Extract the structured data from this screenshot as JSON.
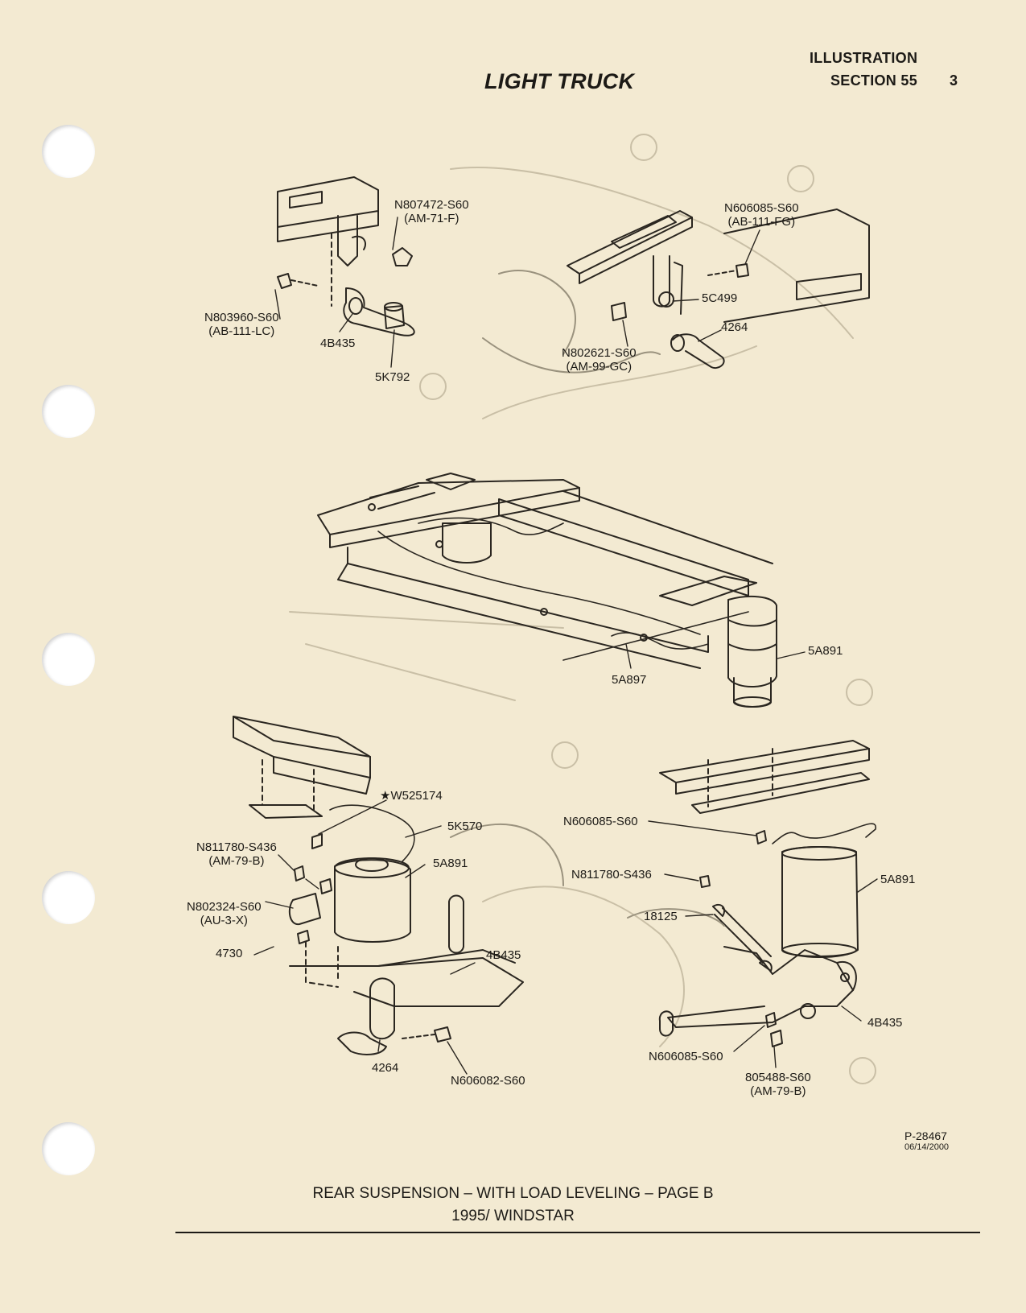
{
  "header": {
    "title": "LIGHT TRUCK",
    "illustration_label": "ILLUSTRATION",
    "section_label": "SECTION 55",
    "page_number": "3"
  },
  "callouts": {
    "n807472": "N807472-S60",
    "am71f": "(AM-71-F)",
    "n803960": "N803960-S60",
    "ab111lc": "(AB-111-LC)",
    "b4435_a": "4B435",
    "k5792": "5K792",
    "n606085_a": "N606085-S60",
    "ab111fg": "(AB-111-FG)",
    "c5499": "5C499",
    "p4264_a": "4264",
    "n802621": "N802621-S60",
    "am99gc": "(AM-99-GC)",
    "a5891_a": "5A891",
    "a5897": "5A897",
    "w525174": "★W525174",
    "k5570": "5K570",
    "n811780_a": "N811780-S436",
    "am79b_a": "(AM-79-B)",
    "a5891_b": "5A891",
    "n802324": "N802324-S60",
    "au3x": "(AU-3-X)",
    "p4730": "4730",
    "b4435_b": "4B435",
    "p4264_b": "4264",
    "n606082": "N606082-S60",
    "n606085_b": "N606085-S60",
    "n811780_b": "N811780-S436",
    "p18125": "18125",
    "a5891_c": "5A891",
    "b4435_c": "4B435",
    "n606085_c": "N606085-S60",
    "n805488": "805488-S60",
    "am79b_b": "(AM-79-B)"
  },
  "reference": {
    "code": "P-28467",
    "date": "06/14/2000"
  },
  "caption": {
    "line1": "REAR SUSPENSION – WITH LOAD LEVELING – PAGE B",
    "line2": "1995/ WINDSTAR"
  }
}
